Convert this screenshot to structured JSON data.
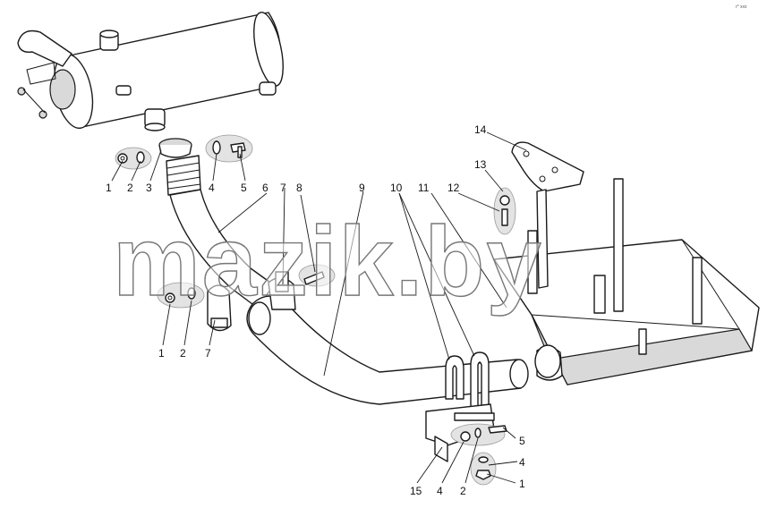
{
  "watermark": "mazik.by",
  "corner_text": "r* xxx",
  "callouts": [
    "1",
    "2",
    "3",
    "4",
    "5",
    "6",
    "7",
    "8",
    "9",
    "10",
    "11",
    "12",
    "13",
    "14",
    "1",
    "2",
    "7",
    "5",
    "4",
    "1",
    "15",
    "4",
    "2"
  ]
}
